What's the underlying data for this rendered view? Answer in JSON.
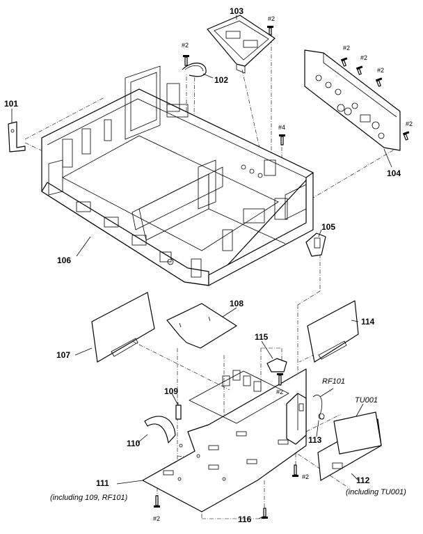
{
  "labels": {
    "p101": "101",
    "p102": "102",
    "p103": "103",
    "p104": "104",
    "p105": "105",
    "p106": "106",
    "p107": "107",
    "p108": "108",
    "p109": "109",
    "p110": "110",
    "p111": "111",
    "p112": "112",
    "p113": "113",
    "p114": "114",
    "p115": "115",
    "p116": "116",
    "rf101": "RF101",
    "tu001": "TU001",
    "note111": "(including 109, RF101)",
    "note112": "(including TU001)"
  },
  "screws": {
    "s2": "#2",
    "s4": "#4"
  }
}
